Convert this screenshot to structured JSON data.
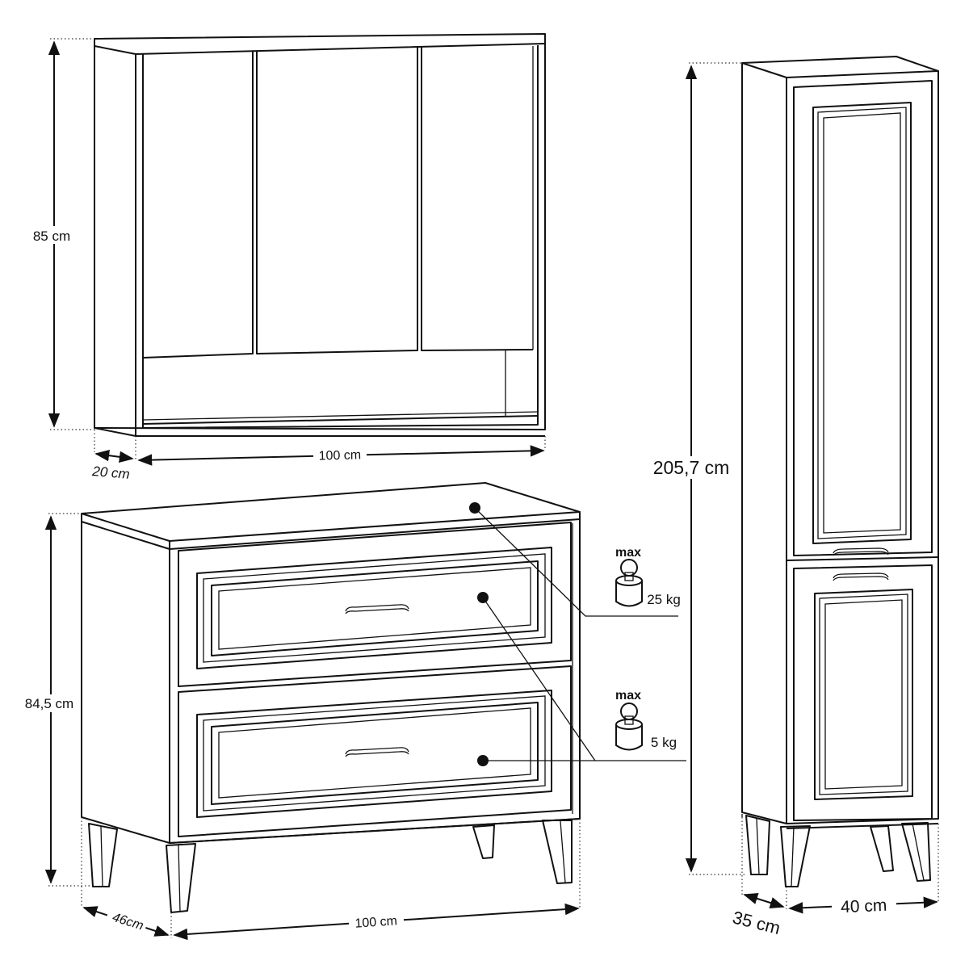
{
  "mirror_cabinet": {
    "height_label": "85 cm",
    "width_label": "100 cm",
    "depth_label": "20 cm"
  },
  "dresser": {
    "height_label": "84,5 cm",
    "width_label": "100 cm",
    "depth_label": "46cm"
  },
  "tall_cabinet": {
    "height_label": "205,7 cm",
    "width_label": "40 cm",
    "depth_label": "35 cm"
  },
  "load_limits": [
    {
      "max_label": "max",
      "weight_label": "25 kg"
    },
    {
      "max_label": "max",
      "weight_label": "5 kg"
    }
  ],
  "icons": [
    "weight-icon"
  ]
}
